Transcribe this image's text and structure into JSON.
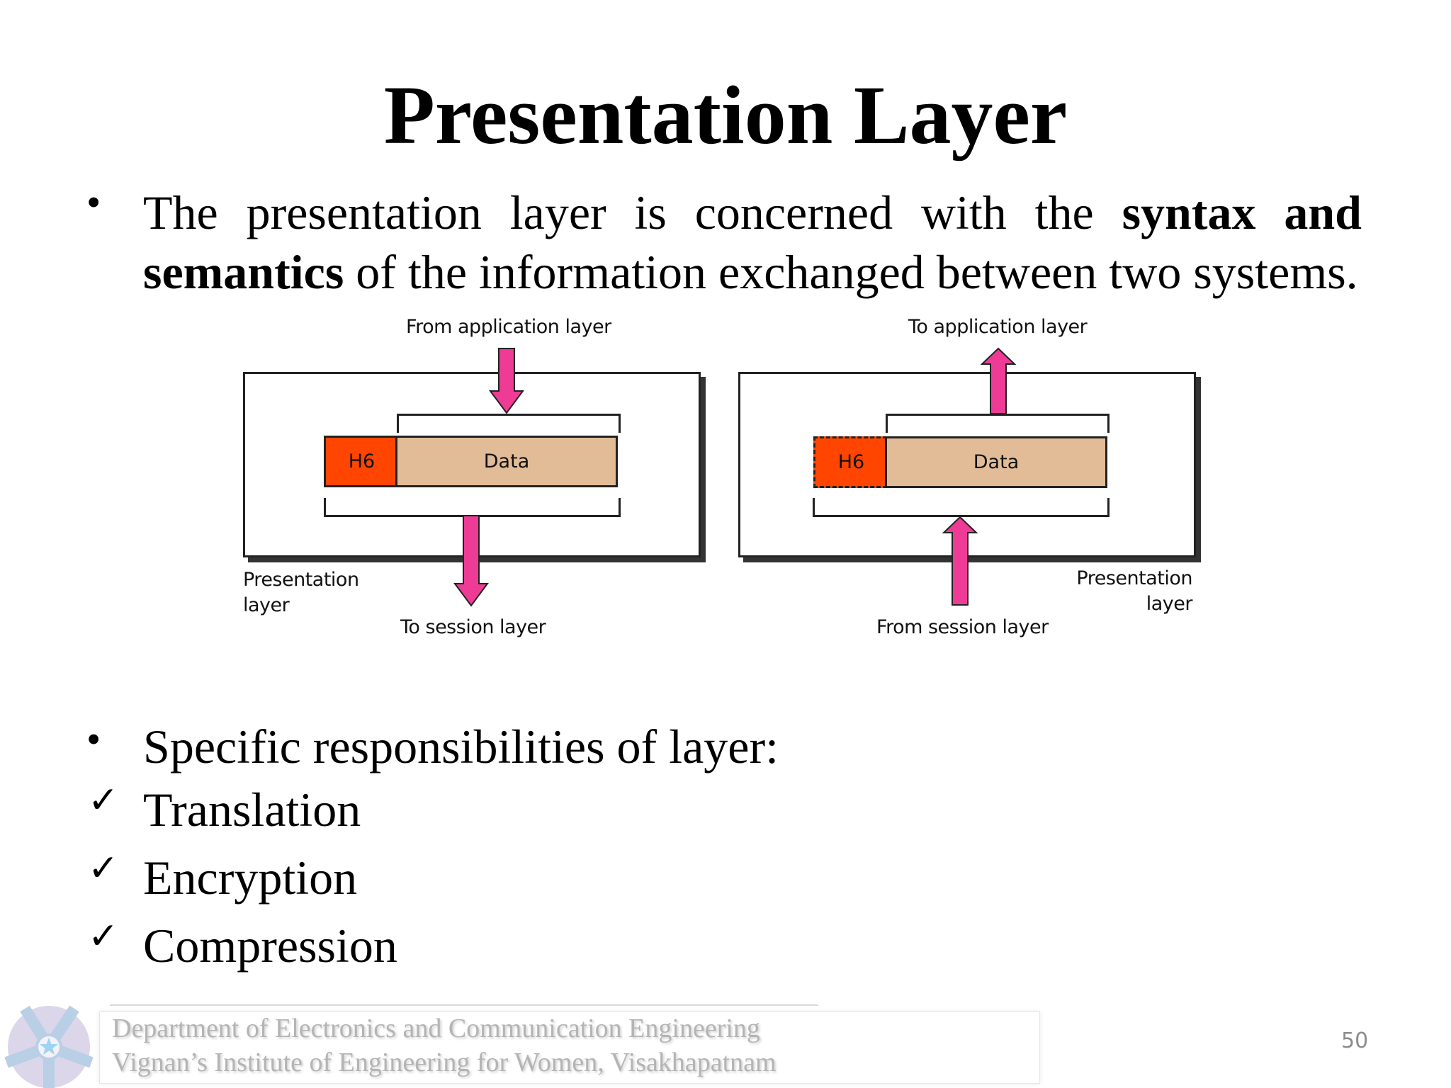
{
  "slide": {
    "title": "Presentation Layer",
    "bullet_symbol": "•",
    "check_symbol": "✓",
    "intro": {
      "part1": "The presentation layer is concerned with the ",
      "bold1": "syntax and semantics",
      "part2": " of the information exchanged between two systems."
    },
    "responsibilities_heading": "Specific responsibilities of layer:",
    "responsibilities": [
      {
        "label": "Translation"
      },
      {
        "label": "Encryption"
      },
      {
        "label": "Compression"
      }
    ],
    "page_number": "50"
  },
  "diagram": {
    "sender": {
      "top_label": "From application layer",
      "bottom_label": "To session layer",
      "side_label_line1": "Presentation",
      "side_label_line2": "layer",
      "header": "H6",
      "payload": "Data",
      "header_border": "solid"
    },
    "receiver": {
      "top_label": "To application layer",
      "bottom_label": "From session layer",
      "side_label_line1": "Presentation",
      "side_label_line2": "layer",
      "header": "H6",
      "payload": "Data",
      "header_border": "dashed"
    },
    "colors": {
      "header": "#ff4500",
      "payload": "#e2bb97",
      "arrow": "#ee3c96",
      "outline": "#222222"
    }
  },
  "footer": {
    "department": "Department of Electronics and Communication Engineering",
    "institute": "Vignan’s Institute of Engineering for Women, Visakhapatnam"
  }
}
